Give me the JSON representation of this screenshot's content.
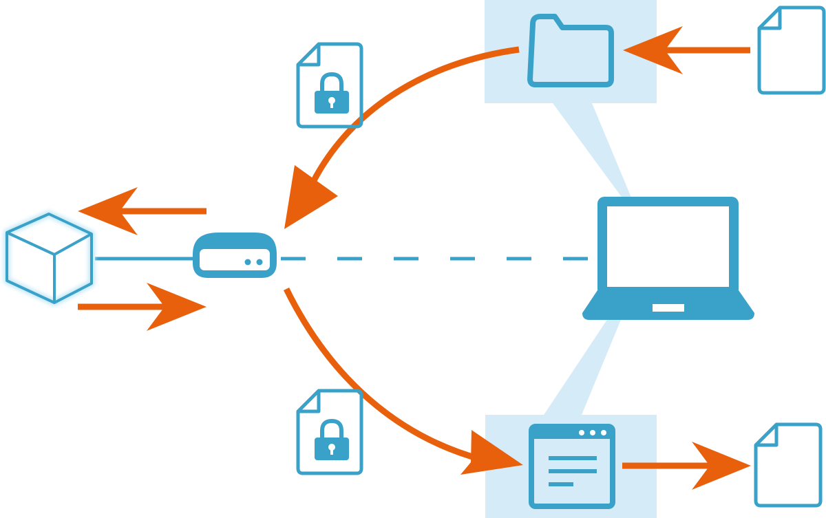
{
  "colors": {
    "icon": "#3aa1c9",
    "highlight": "#d5ecf8",
    "arrow": "#e8600c",
    "glow": "#c6e9f6",
    "background": "#ffffff"
  },
  "icons": [
    "cube-icon",
    "server-icon",
    "laptop-icon",
    "folder-icon",
    "browser-window-icon",
    "document-icon",
    "locked-document-icon"
  ],
  "connections": [
    {
      "from": "cube",
      "to": "server",
      "style": "solid"
    },
    {
      "from": "server",
      "to": "laptop",
      "style": "dashed"
    },
    {
      "from": "folder",
      "to": "server",
      "style": "arrow"
    },
    {
      "from": "document-top-right",
      "to": "folder",
      "style": "arrow"
    },
    {
      "from": "server",
      "to": "browser-window",
      "style": "arrow"
    },
    {
      "from": "browser-window",
      "to": "document-bottom-right",
      "style": "arrow"
    },
    {
      "from": "server",
      "to": "cube",
      "style": "arrow"
    },
    {
      "from": "cube",
      "to": "server",
      "style": "arrow"
    }
  ]
}
